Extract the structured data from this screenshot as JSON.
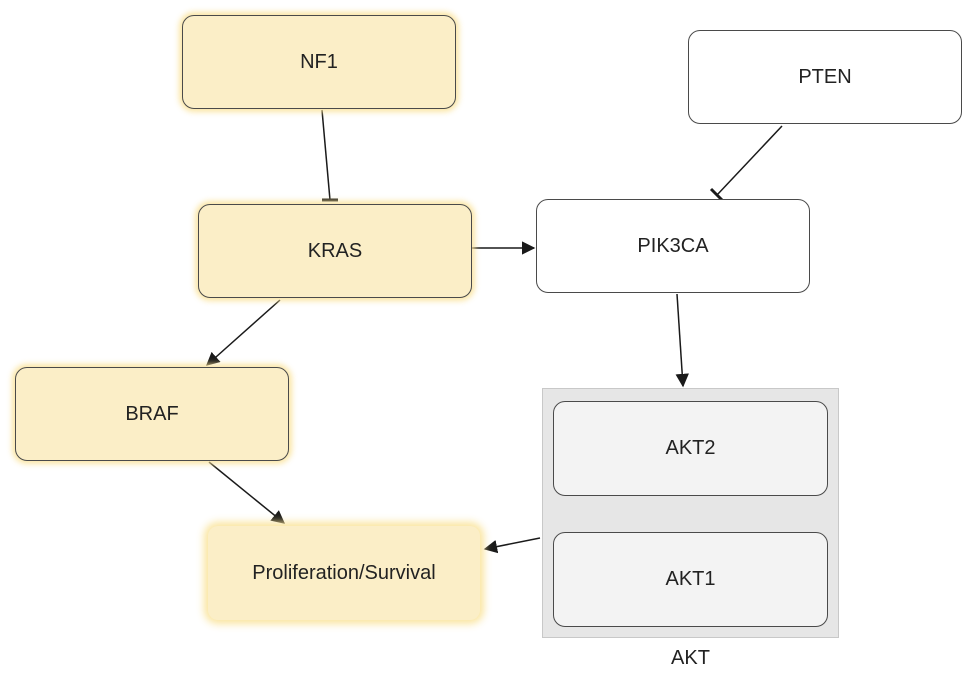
{
  "nodes": {
    "nf1": "NF1",
    "kras": "KRAS",
    "braf": "BRAF",
    "outcome": "Proliferation/Survival",
    "pten": "PTEN",
    "pik3ca": "PIK3CA",
    "akt2": "AKT2",
    "akt1": "AKT1"
  },
  "group": {
    "label": "AKT"
  },
  "edges": [
    {
      "from": "NF1",
      "to": "KRAS",
      "type": "inhibition"
    },
    {
      "from": "PTEN",
      "to": "PIK3CA",
      "type": "inhibition"
    },
    {
      "from": "KRAS",
      "to": "PIK3CA",
      "type": "activation"
    },
    {
      "from": "KRAS",
      "to": "BRAF",
      "type": "activation"
    },
    {
      "from": "PIK3CA",
      "to": "AKT",
      "type": "activation"
    },
    {
      "from": "BRAF",
      "to": "Proliferation/Survival",
      "type": "activation"
    },
    {
      "from": "AKT",
      "to": "Proliferation/Survival",
      "type": "activation"
    }
  ],
  "colors": {
    "highlight": "#fbeec7",
    "group": "#e6e6e6",
    "edge": "#1a1a1a"
  }
}
